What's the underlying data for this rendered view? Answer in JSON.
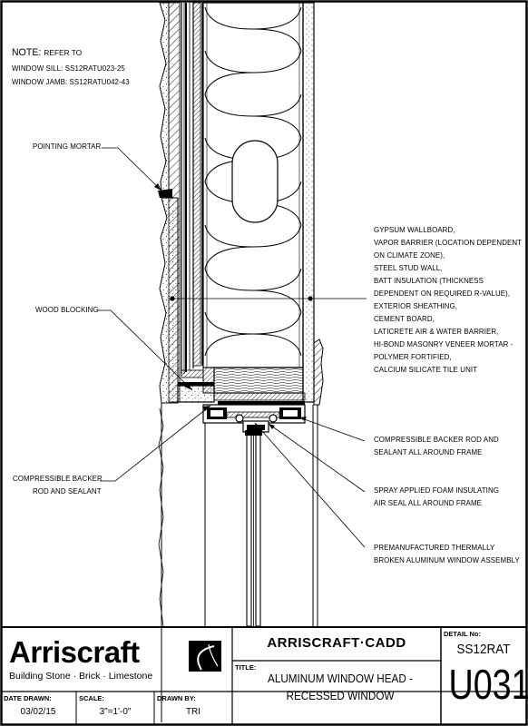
{
  "note": {
    "heading": "NOTE:",
    "refer_to": "REFER TO",
    "line1": "WINDOW SILL: SS12RATU023-25",
    "line2": "WINDOW JAMB: SS12RATU042-43"
  },
  "labels": {
    "pointing_mortar": "POINTING MORTAR",
    "wood_blocking": "WOOD BLOCKING",
    "compressible_backer_left": [
      "COMPRESSIBLE BACKER",
      "ROD AND SEALANT"
    ],
    "wall_assembly": [
      "GYPSUM WALLBOARD,",
      "VAPOR BARRIER (LOCATION DEPENDENT",
      "ON CLIMATE ZONE),",
      "STEEL STUD WALL,",
      "BATT INSULATION (THICKNESS",
      "DEPENDENT ON REQUIRED R-VALUE),",
      "EXTERIOR SHEATHING,",
      "CEMENT BOARD,",
      "LATICRETE AIR & WATER BARRIER,",
      "HI-BOND MASONRY VENEER MORTAR -",
      "POLYMER FORTIFIED,",
      "CALCIUM SILICATE TILE UNIT"
    ],
    "compressible_backer_right": [
      "COMPRESSIBLE BACKER ROD AND",
      "SEALANT ALL AROUND FRAME"
    ],
    "spray_foam": [
      "SPRAY APPLIED FOAM INSULATING",
      "AIR SEAL ALL AROUND FRAME"
    ],
    "window_assembly": [
      "PREMANUFACTURED THERMALLY",
      "BROKEN ALUMINUM WINDOW ASSEMBLY"
    ]
  },
  "title_block": {
    "logo_text": "Arriscraft",
    "logo_tagline": "Building Stone · Brick · Limestone",
    "cadd": "ARRISCRAFT·CADD",
    "title_label": "TITLE:",
    "title_line1": "ALUMINUM WINDOW HEAD -",
    "title_line2": "RECESSED WINDOW",
    "detail_label": "DETAIL No:",
    "detail_line1": "SS12RAT",
    "detail_line2": "U031",
    "date_label": "DATE DRAWN:",
    "date_value": "03/02/15",
    "scale_label": "SCALE:",
    "scale_value": "3\"=1'-0\"",
    "drawn_label": "DRAWN BY:",
    "drawn_value": "TRI"
  }
}
